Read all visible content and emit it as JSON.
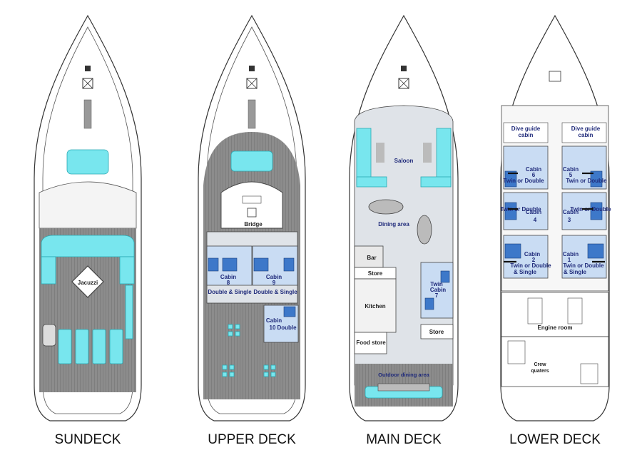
{
  "decks": [
    {
      "id": "sundeck",
      "title": "SUNDECK",
      "rooms": [
        "Jacuzzi"
      ]
    },
    {
      "id": "upper",
      "title": "UPPER DECK",
      "rooms": [
        "Bridge",
        "Cabin",
        "8",
        "Double & Single",
        "Cabin",
        "9",
        "Double & Single",
        "Cabin",
        "10",
        "Double"
      ]
    },
    {
      "id": "main",
      "title": "MAIN DECK",
      "rooms": [
        "Saloon",
        "Dining area",
        "Bar",
        "Store",
        "Kitchen",
        "Twin",
        "Cabin",
        "7",
        "Store",
        "Food store",
        "Outdoor dining area"
      ]
    },
    {
      "id": "lower",
      "title": "LOWER DECK",
      "rooms": [
        "Dive guide",
        "cabin",
        "Dive guide",
        "cabin",
        "Cabin",
        "6",
        "Twin or Double",
        "Cabin",
        "5",
        "Twin or Double",
        "Twin or Double",
        "Cabin",
        "4",
        "Cabin",
        "3",
        "Twin or Double",
        "Cabin",
        "2",
        "Twin or Double",
        "& Single",
        "Cabin",
        "1",
        "Twin or Double",
        "& Single",
        "Engine room",
        "Crew",
        "quaters"
      ]
    }
  ],
  "colors": {
    "deck": "#8a8a8a",
    "upholstery": "#78e6ee",
    "cabin": "#c9dcf3",
    "bed": "#3d78c9",
    "label": "#1f2a7a"
  }
}
